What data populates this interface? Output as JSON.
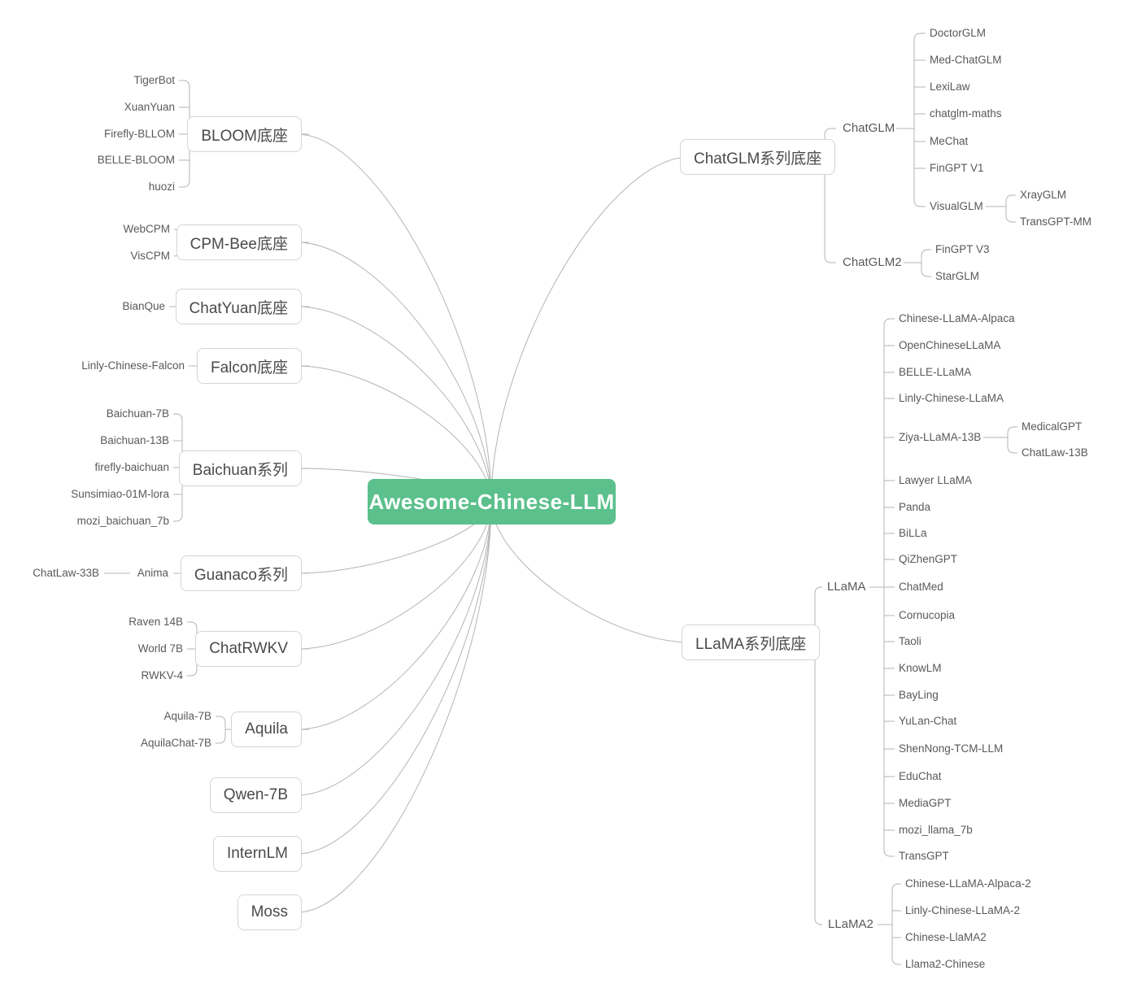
{
  "root": {
    "label": "Awesome-Chinese-LLM"
  },
  "left": [
    {
      "label": "BLOOM底座",
      "leaves": [
        "TigerBot",
        "XuanYuan",
        "Firefly-BLLOM",
        "BELLE-BLOOM",
        "huozi"
      ]
    },
    {
      "label": "CPM-Bee底座",
      "leaves": [
        "WebCPM",
        "VisCPM"
      ]
    },
    {
      "label": "ChatYuan底座",
      "leaves": [
        "BianQue"
      ]
    },
    {
      "label": "Falcon底座",
      "leaves": [
        "Linly-Chinese-Falcon"
      ]
    },
    {
      "label": "Baichuan系列",
      "leaves": [
        "Baichuan-7B",
        "Baichuan-13B",
        "firefly-baichuan",
        "Sunsimiao-01M-lora",
        "mozi_baichuan_7b"
      ]
    },
    {
      "label": "Guanaco系列",
      "chain": [
        "ChatLaw-33B",
        "Anima"
      ]
    },
    {
      "label": "ChatRWKV",
      "leaves": [
        "Raven 14B",
        "World 7B",
        "RWKV-4"
      ]
    },
    {
      "label": "Aquila",
      "leaves": [
        "Aquila-7B",
        "AquilaChat-7B"
      ]
    },
    {
      "label": "Qwen-7B",
      "leaves": []
    },
    {
      "label": "InternLM",
      "leaves": []
    },
    {
      "label": "Moss",
      "leaves": []
    }
  ],
  "right": [
    {
      "label": "ChatGLM系列底座",
      "groups": [
        {
          "label": "ChatGLM",
          "leaves": [
            {
              "label": "DoctorGLM"
            },
            {
              "label": "Med-ChatGLM"
            },
            {
              "label": "LexiLaw"
            },
            {
              "label": "chatglm-maths"
            },
            {
              "label": "MeChat"
            },
            {
              "label": "FinGPT V1"
            },
            {
              "label": "VisualGLM",
              "children": [
                "XrayGLM",
                "TransGPT-MM"
              ]
            }
          ]
        },
        {
          "label": "ChatGLM2",
          "leaves": [
            {
              "label": "FinGPT V3"
            },
            {
              "label": "StarGLM"
            }
          ]
        }
      ]
    },
    {
      "label": "LLaMA系列底座",
      "groups": [
        {
          "label": "LLaMA",
          "leaves": [
            {
              "label": "Chinese-LLaMA-Alpaca"
            },
            {
              "label": "OpenChineseLLaMA"
            },
            {
              "label": "BELLE-LLaMA"
            },
            {
              "label": "Linly-Chinese-LLaMA"
            },
            {
              "label": "Ziya-LLaMA-13B",
              "children": [
                "MedicalGPT",
                "ChatLaw-13B"
              ]
            },
            {
              "label": "Lawyer LLaMA"
            },
            {
              "label": "Panda"
            },
            {
              "label": "BiLLa"
            },
            {
              "label": "QiZhenGPT"
            },
            {
              "label": "ChatMed"
            },
            {
              "label": "Cornucopia"
            },
            {
              "label": "Taoli"
            },
            {
              "label": "KnowLM"
            },
            {
              "label": "BayLing"
            },
            {
              "label": "YuLan-Chat"
            },
            {
              "label": "ShenNong-TCM-LLM"
            },
            {
              "label": "EduChat"
            },
            {
              "label": "MediaGPT"
            },
            {
              "label": "mozi_llama_7b"
            },
            {
              "label": "TransGPT"
            }
          ]
        },
        {
          "label": "LLaMA2",
          "leaves": [
            {
              "label": "Chinese-LLaMA-Alpaca-2"
            },
            {
              "label": "Linly-Chinese-LLaMA-2"
            },
            {
              "label": "Chinese-LlaMA2"
            },
            {
              "label": "Llama2-Chinese"
            }
          ]
        }
      ]
    }
  ],
  "colors": {
    "root_bg": "#5bc08c",
    "line": "#b4b4b4",
    "box_border": "#d5d5d5",
    "text": "#595959"
  }
}
